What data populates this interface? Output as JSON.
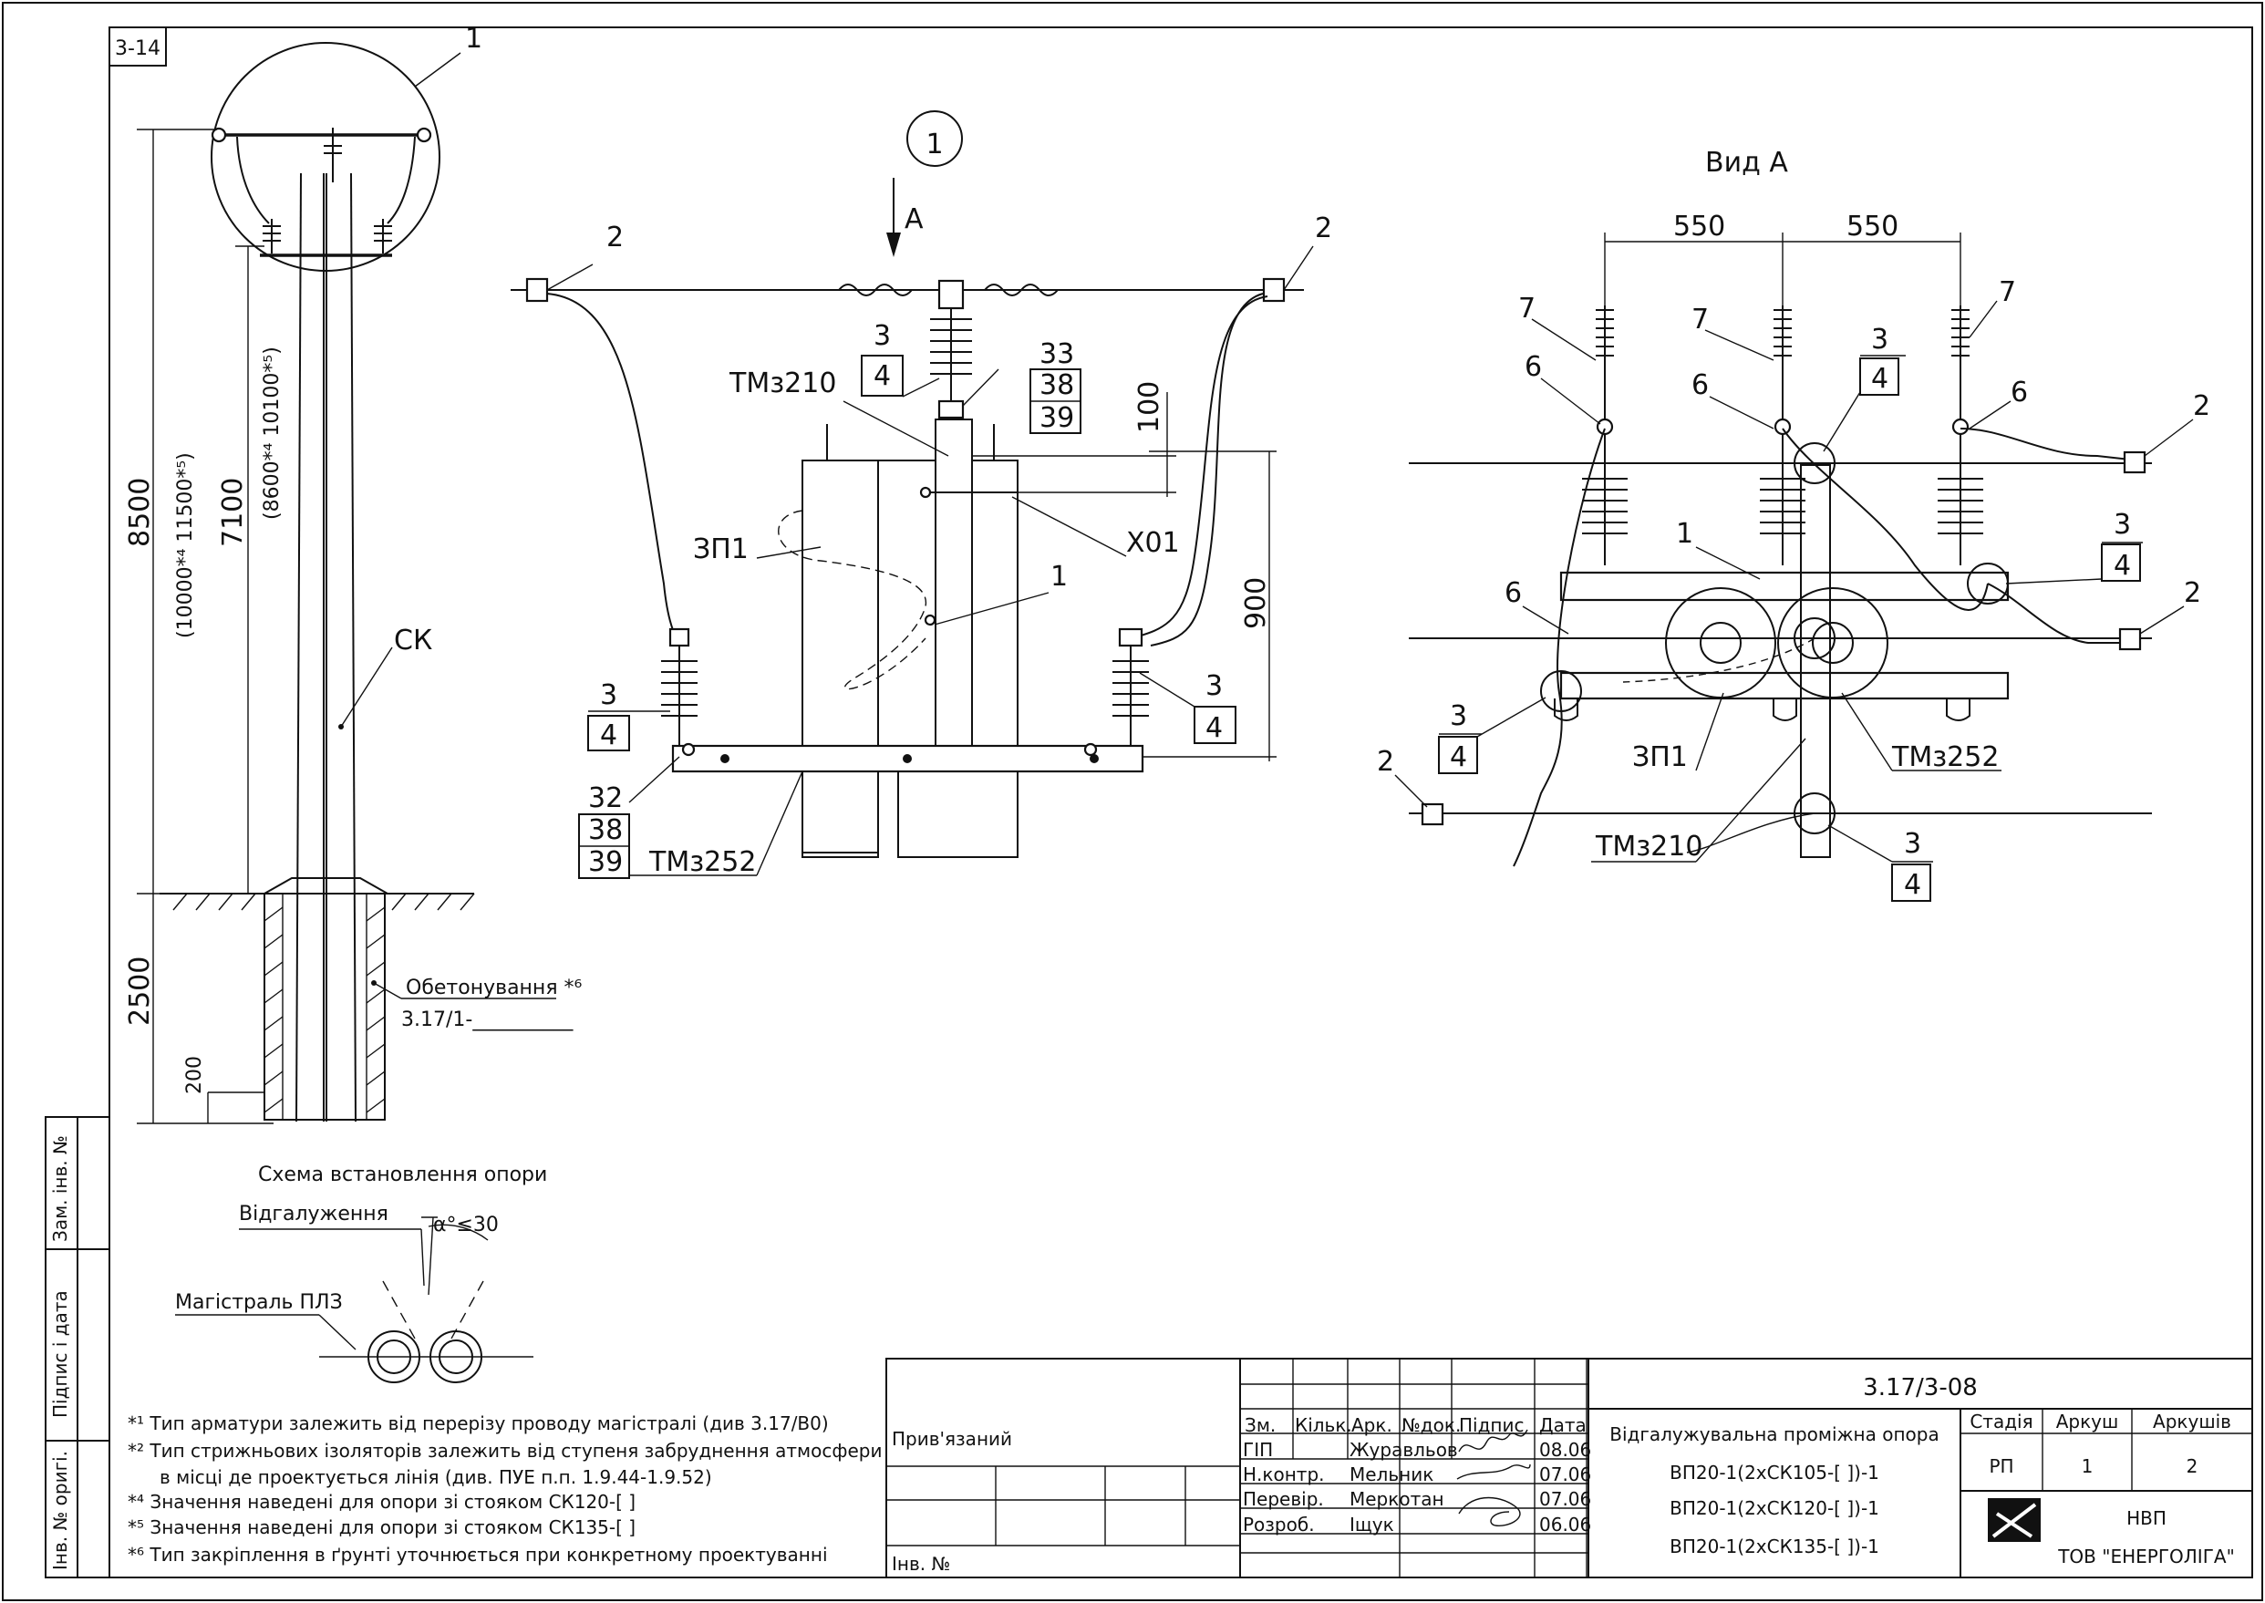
{
  "sheet_code": "3-14",
  "views": {
    "installation": {
      "caption": "Схема встановлення опори",
      "dims": {
        "total": "8500",
        "total_alt": "(10000*⁴ 11500*⁵)",
        "above": "7100",
        "above_alt": "(8600*⁴ 10100*⁵)",
        "depth": "2500",
        "base": "200"
      },
      "pole_label": "СК",
      "detail_callout": "1",
      "concrete_label": "Обетонування *⁶",
      "concrete_ref": "3.17/1-__________",
      "branch_label": "Відгалуження",
      "main_label": "Магістраль ПЛЗ",
      "angle_label": "α°≤30"
    },
    "detail1": {
      "circle_label": "1",
      "view_arrow": "A",
      "labels": {
        "p2": "2",
        "p3": "3",
        "p4": "4",
        "p33": "33",
        "p38": "38",
        "p39": "39",
        "p32": "32",
        "p1": "1",
        "tmz210": "ТМз210",
        "tmz252": "ТМз252",
        "zp1": "ЗП1",
        "x01": "Х01"
      },
      "dims": {
        "d100": "100",
        "d900": "900"
      }
    },
    "viewA": {
      "title": "Вид А",
      "dims": {
        "d550a": "550",
        "d550b": "550"
      },
      "labels": {
        "p1": "1",
        "p2": "2",
        "p3": "3",
        "p4": "4",
        "p6": "6",
        "p7": "7",
        "zp1": "ЗП1",
        "tmz252": "ТМз252",
        "tmz210": "ТМз210"
      }
    }
  },
  "notes": [
    "*¹ Тип арматури залежить від перерізу проводу магістралі (див 3.17/В0)",
    "*² Тип стрижньових ізоляторів залежить від ступеня забруднення атмосфери",
    "в місці де проектується лінія (див. ПУЕ п.п. 1.9.44-1.9.52)",
    "*⁴ Значення наведені для опори зі стояком СК120-[ ]",
    "*⁵ Значення наведені для опори зі стояком СК135-[ ]",
    "*⁶ Тип закріплення в ґрунті уточнюється при конкретному проектуванні"
  ],
  "side_stamp": [
    "Зам. інв. №",
    "Підпис і дата",
    "Інв. № оригі."
  ],
  "title_block": {
    "bound_to": "Прив'язаний",
    "inv_no": "Інв. №",
    "headers": [
      "Зм.",
      "Кільк.",
      "Арк.",
      "№док.",
      "Підпис",
      "Дата"
    ],
    "rows": [
      {
        "role": "ГІП",
        "name": "Журавльов",
        "date": "08.06"
      },
      {
        "role": "Н.контр.",
        "name": "Мельник",
        "date": "07.06"
      },
      {
        "role": "Перевір.",
        "name": "Меркотан",
        "date": "07.06"
      },
      {
        "role": "Розроб.",
        "name": "Іщук",
        "date": "06.06"
      }
    ],
    "doc_code": "3.17/3-08",
    "doc_title": "Відгалужувальна проміжна опора",
    "variants": [
      "ВП20-1(2хСК105-[ ])-1",
      "ВП20-1(2хСК120-[ ])-1",
      "ВП20-1(2хСК135-[ ])-1"
    ],
    "stage_label": "Стадія",
    "sheet_label": "Аркуш",
    "sheets_label": "Аркушів",
    "stage": "РП",
    "sheet": "1",
    "sheets": "2",
    "org_line1": "НВП",
    "org_line2": "ТОВ \"ЕНЕРГОЛІГА\""
  }
}
